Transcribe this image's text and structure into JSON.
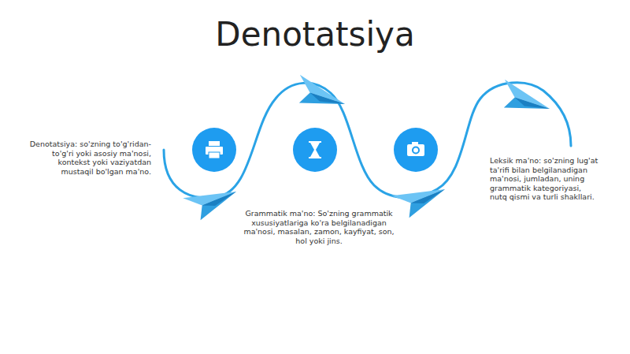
{
  "diagram": {
    "title": "Denotatsiya",
    "labels": [
      "Denotatsiya: so'zning to'g'ridan-to'g'ri yoki asosiy ma'nosi, kontekst yoki vaziyatdan mustaqil bo'lgan ma'no.",
      "Grammatik ma'no: So'zning grammatik xususiyatlariga ko'ra belgilanadigan ma'nosi, masalan, zamon, kayfiyat, son, hol yoki jins.",
      "Leksik ma'no: so'zning lug'at ta'rifi bilan belgilanadigan ma'nosi, jumladan, uning grammatik kategoriyasi, nutq qismi va turli shakllari."
    ]
  }
}
